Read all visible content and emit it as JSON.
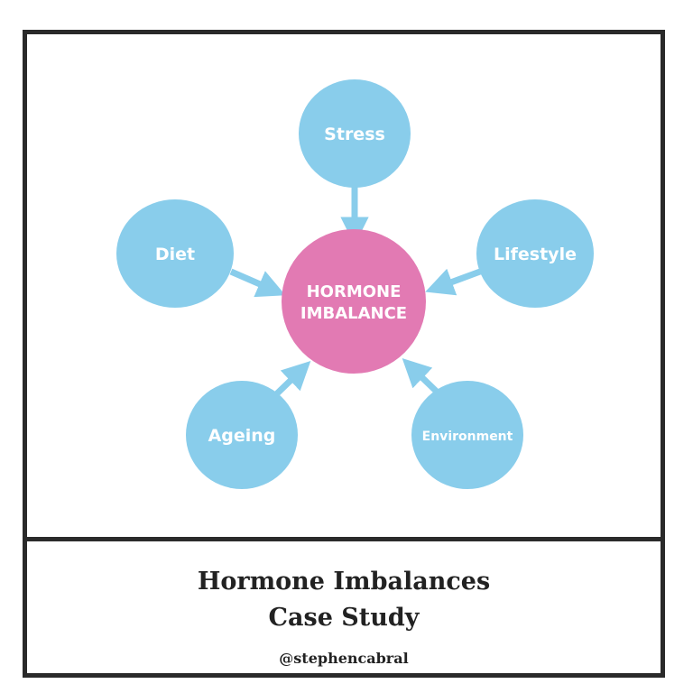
{
  "diagram": {
    "center": {
      "line1": "HORMONE",
      "line2": "IMBALANCE"
    },
    "nodes": {
      "stress": "Stress",
      "diet": "Diet",
      "lifestyle": "Lifestyle",
      "ageing": "Ageing",
      "environment": "Environment"
    },
    "colors": {
      "node_fill": "#89CDEB",
      "center_fill": "#E27AB3",
      "arrow": "#89CDEB",
      "node_text": "#ffffff"
    }
  },
  "caption": {
    "title_line1": "Hormone Imbalances",
    "title_line2": "Case Study",
    "handle": "@stephencabral"
  }
}
